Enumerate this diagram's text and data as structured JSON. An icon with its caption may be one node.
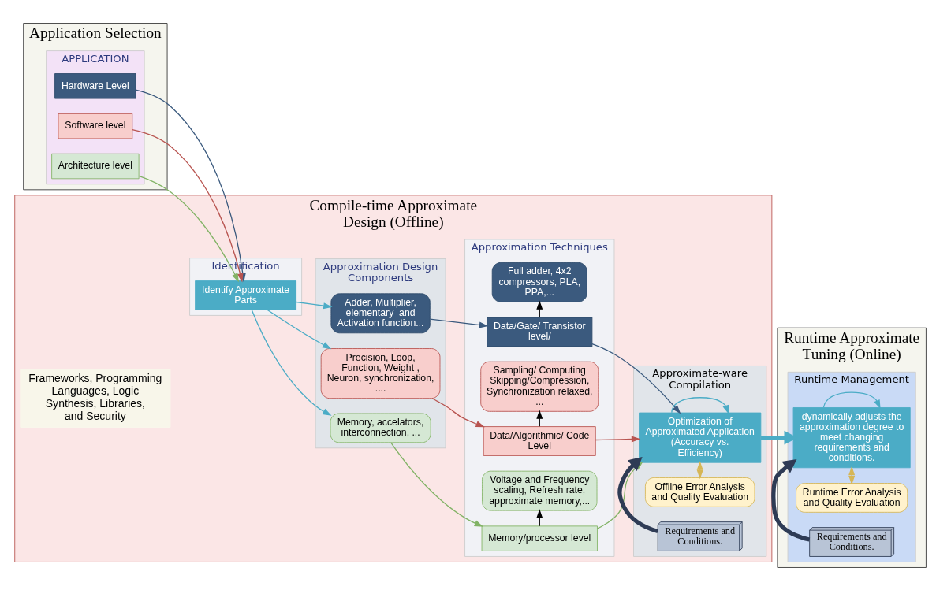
{
  "diagram": {
    "nodes": [
      {
        "text": [
          "Application Selection"
        ]
      },
      {
        "text": [
          "APPLICATION"
        ],
        "in": 0
      },
      {
        "text": [
          "Hardware Level"
        ],
        "in": 1
      },
      {
        "text": [
          "Software level"
        ],
        "in": 1
      },
      {
        "text": [
          "Architecture level"
        ],
        "in": 1
      },
      {
        "text": [
          "Compile-time Approximate Design (Offline)"
        ]
      },
      {
        "text": [
          "Identification"
        ],
        "in": 5
      },
      {
        "text": [
          "Identify Approximate Parts"
        ],
        "in": 6
      },
      {
        "text": [
          "Approximation Design Components"
        ],
        "in": 5
      },
      {
        "text": [
          "Adder, Multiplier, elementary  and Activation function..."
        ],
        "in": 8
      },
      {
        "text": [
          "Precision, Loop, Function, Weight , Neuron, synchronization, ...."
        ],
        "in": 8
      },
      {
        "text": [
          "Memory, accelators, interconnection, ..."
        ],
        "in": 8
      },
      {
        "text": [
          "Approximation Techniques"
        ],
        "in": 5
      },
      {
        "text": [
          "Data/Gate/ Transistor level/"
        ],
        "in": 12
      },
      {
        "text": [
          "Full adder, 4x2 compressors, PLA, PPA,..."
        ],
        "in": 12
      },
      {
        "text": [
          "Data/Algorithmic/ Code Level"
        ],
        "in": 12
      },
      {
        "text": [
          "Sampling/ Computing Skipping/Compression, Synchronization relaxed,  ..."
        ],
        "in": 12
      },
      {
        "text": [
          "Memory/processor level"
        ],
        "in": 12
      },
      {
        "text": [
          "Voltage and Frequency scaling, Refresh rate, approximate memory,..."
        ],
        "in": 12
      },
      {
        "text": [
          "Approximate-ware Compilation"
        ],
        "in": 5
      },
      {
        "text": [
          "Offline Error Analysis and Quality Evaluation"
        ],
        "in": 19
      },
      {
        "text": [
          "Optimization of Approximated Application (Accuracy vs. Efficiency)"
        ],
        "in": 19
      },
      {
        "text": [
          "Requirements and Conditions."
        ],
        "in": 19
      },
      {
        "text": [
          "Runtime Approximate Tuning (Online)"
        ]
      },
      {
        "text": [
          "Runtime Management"
        ],
        "in": 23
      },
      {
        "text": [
          "Runtime Error Analysis and Quality Evaluation"
        ],
        "in": 24
      },
      {
        "text": [
          "dynamically adjusts the approximation degree to meet changing requirements and conditions."
        ],
        "in": 24
      },
      {
        "text": [
          "Requirements and Conditions."
        ],
        "in": 24
      },
      {
        "text": [
          "Frameworks, Programming Languages, Logic Synthesis, Libraries, and Security"
        ],
        "in": 5
      }
    ],
    "edges": [
      {
        "from": 2,
        "to": 7,
        "arrow": "to",
        "color": "#3b5a7e"
      },
      {
        "from": 3,
        "to": 7,
        "arrow": "to",
        "color": "#b85450"
      },
      {
        "from": 4,
        "to": 7,
        "arrow": "to",
        "color": "#82b366"
      },
      {
        "from": 7,
        "to": 9,
        "arrow": "to"
      },
      {
        "from": 7,
        "to": 10,
        "arrow": "to"
      },
      {
        "from": 7,
        "to": 11,
        "arrow": "to"
      },
      {
        "from": 9,
        "to": 13,
        "arrow": "to",
        "color": "#3b5a7e"
      },
      {
        "from": 10,
        "to": 15,
        "arrow": "to",
        "color": "#b85450"
      },
      {
        "from": 11,
        "to": 17,
        "arrow": "to",
        "color": "#82b366"
      },
      {
        "from": 13,
        "to": 14,
        "arrow": "to",
        "color": "#000000"
      },
      {
        "from": 15,
        "to": 16,
        "arrow": "to",
        "color": "#000000"
      },
      {
        "from": 17,
        "to": 18,
        "arrow": "to",
        "color": "#000000"
      },
      {
        "from": 13,
        "to": 21,
        "arrow": "to",
        "color": "#3b5a7e"
      },
      {
        "from": 15,
        "to": 21,
        "arrow": "to",
        "color": "#b85450"
      },
      {
        "from": 17,
        "to": 21,
        "arrow": "to",
        "color": "#82b366"
      },
      {
        "from": 20,
        "to": 21,
        "arrow": "both",
        "color": "#d6b656"
      },
      {
        "from": 21,
        "to": 21,
        "arrow": "to"
      },
      {
        "from": 22,
        "to": 21,
        "arrow": "to",
        "style": "thick",
        "color": "#2e3b55"
      },
      {
        "from": 21,
        "to": 26,
        "arrow": "to",
        "style": "thick"
      },
      {
        "from": 25,
        "to": 26,
        "arrow": "both",
        "color": "#d6b656"
      },
      {
        "from": 26,
        "to": 26,
        "arrow": "to"
      },
      {
        "from": 27,
        "to": 26,
        "arrow": "to",
        "style": "thick",
        "color": "#2e3b55"
      }
    ]
  }
}
